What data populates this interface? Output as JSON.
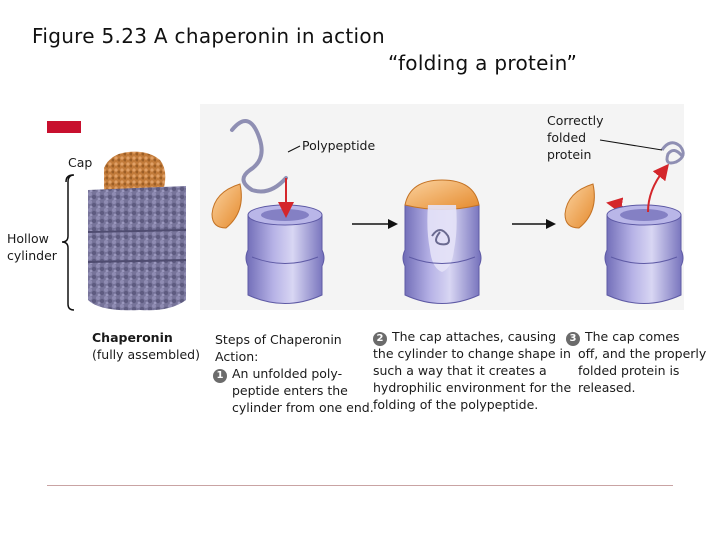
{
  "title": {
    "line1": "Figure 5.23 A chaperonin in action",
    "line2": "“folding a protein”"
  },
  "labels": {
    "cap": "Cap",
    "hollow_line1": "Hollow",
    "hollow_line2": "cylinder",
    "polypeptide": "Polypeptide",
    "correct_line1": "Correctly",
    "correct_line2": "folded",
    "correct_line3": "protein",
    "chaperonin_bold": "Chaperonin",
    "chaperonin_sub": "(fully assembled)"
  },
  "steps": {
    "heading_line1": "Steps of Chaperonin",
    "heading_line2": "Action:",
    "step1": {
      "number": "1",
      "line1": "An unfolded poly-",
      "line2": "peptide enters the",
      "line3": "cylinder from one end."
    },
    "step2": {
      "number": "2",
      "line1": "The cap attaches, causing",
      "line2": "the cylinder to change shape in",
      "line3": "such a way that it creates a",
      "line4": "hydrophilic environment for the",
      "line5": "folding of the polypeptide."
    },
    "step3": {
      "number": "3",
      "line1": "The cap comes",
      "line2": "off, and the properly",
      "line3": "folded protein is",
      "line4": "released."
    }
  },
  "colors": {
    "accent_red": "#c8102e",
    "cap_orange": "#f3a04a",
    "cylinder_purple": "#8b87c9",
    "model_purple": "#6f6c8f",
    "model_cap": "#c98a4e"
  }
}
